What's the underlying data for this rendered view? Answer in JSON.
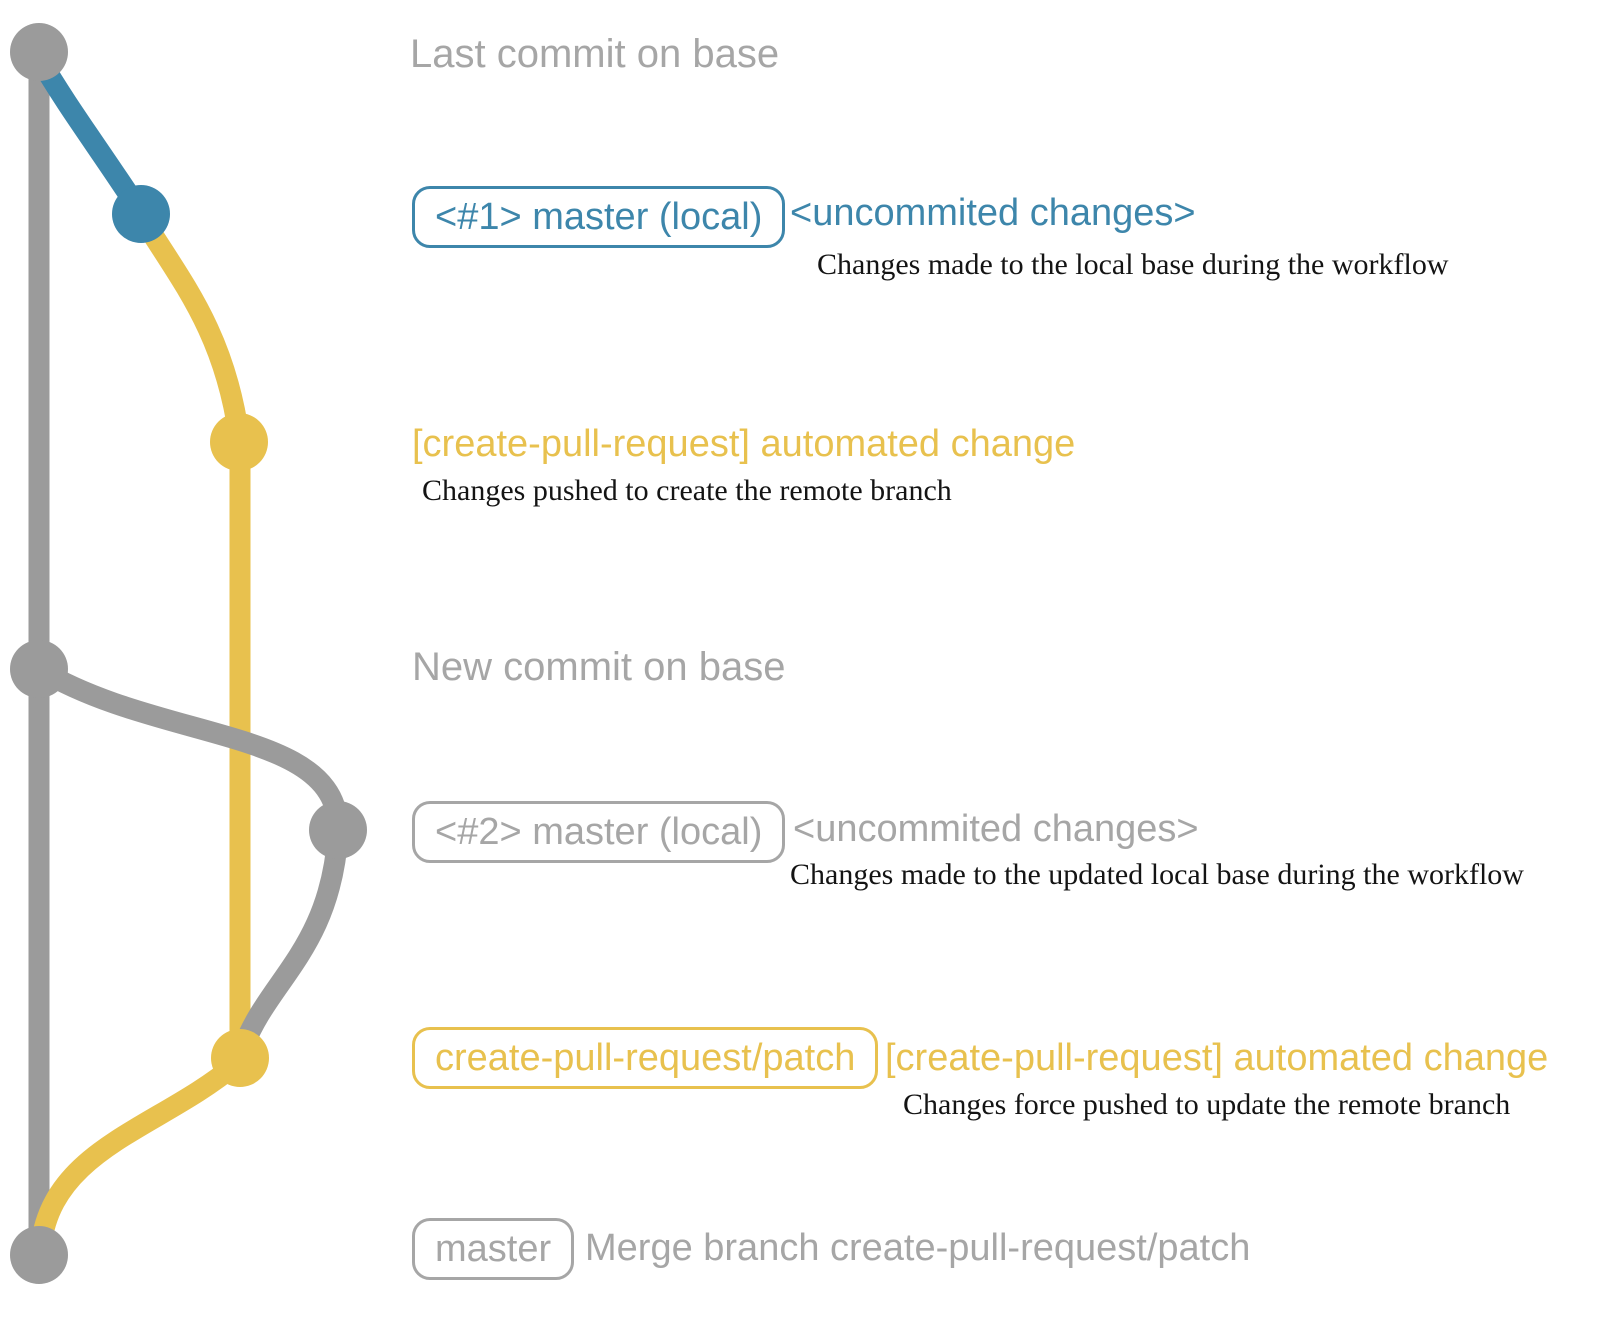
{
  "colors": {
    "gray_line": "#9b9b9b",
    "gray_text": "#a6a6a6",
    "blue": "#3d86ab",
    "yellow": "#e8c14e",
    "ink": "#141414"
  },
  "rows": {
    "last_commit": {
      "label": "Last commit on base"
    },
    "local1": {
      "badge": "<#1> master (local)",
      "note": "<uncommited changes>",
      "description": "Changes made to the local base during the workflow"
    },
    "push1": {
      "note": "[create-pull-request] automated change",
      "description": "Changes pushed to create the remote branch"
    },
    "new_commit": {
      "label": "New commit on base"
    },
    "local2": {
      "badge": "<#2> master (local)",
      "note": "<uncommited changes>",
      "description": "Changes made to the updated local base during the workflow"
    },
    "push2": {
      "badge": "create-pull-request/patch",
      "note": "[create-pull-request] automated change",
      "description": "Changes force pushed to update the remote branch"
    },
    "merge": {
      "badge": "master",
      "note": "Merge branch create-pull-request/patch"
    }
  },
  "graph": {
    "branches": [
      {
        "name": "master (base)",
        "color": "#9b9b9b"
      },
      {
        "name": "master (local)",
        "color": "#3d86ab"
      },
      {
        "name": "create-pull-request/patch",
        "color": "#e8c14e"
      }
    ],
    "commits": [
      {
        "branch": "master (base)",
        "row": "last_commit"
      },
      {
        "branch": "master (local)",
        "row": "local1"
      },
      {
        "branch": "create-pull-request/patch",
        "row": "push1"
      },
      {
        "branch": "master (base)",
        "row": "new_commit"
      },
      {
        "branch": "master (local)",
        "row": "local2"
      },
      {
        "branch": "create-pull-request/patch",
        "row": "push2"
      },
      {
        "branch": "master (base)",
        "row": "merge"
      }
    ]
  }
}
